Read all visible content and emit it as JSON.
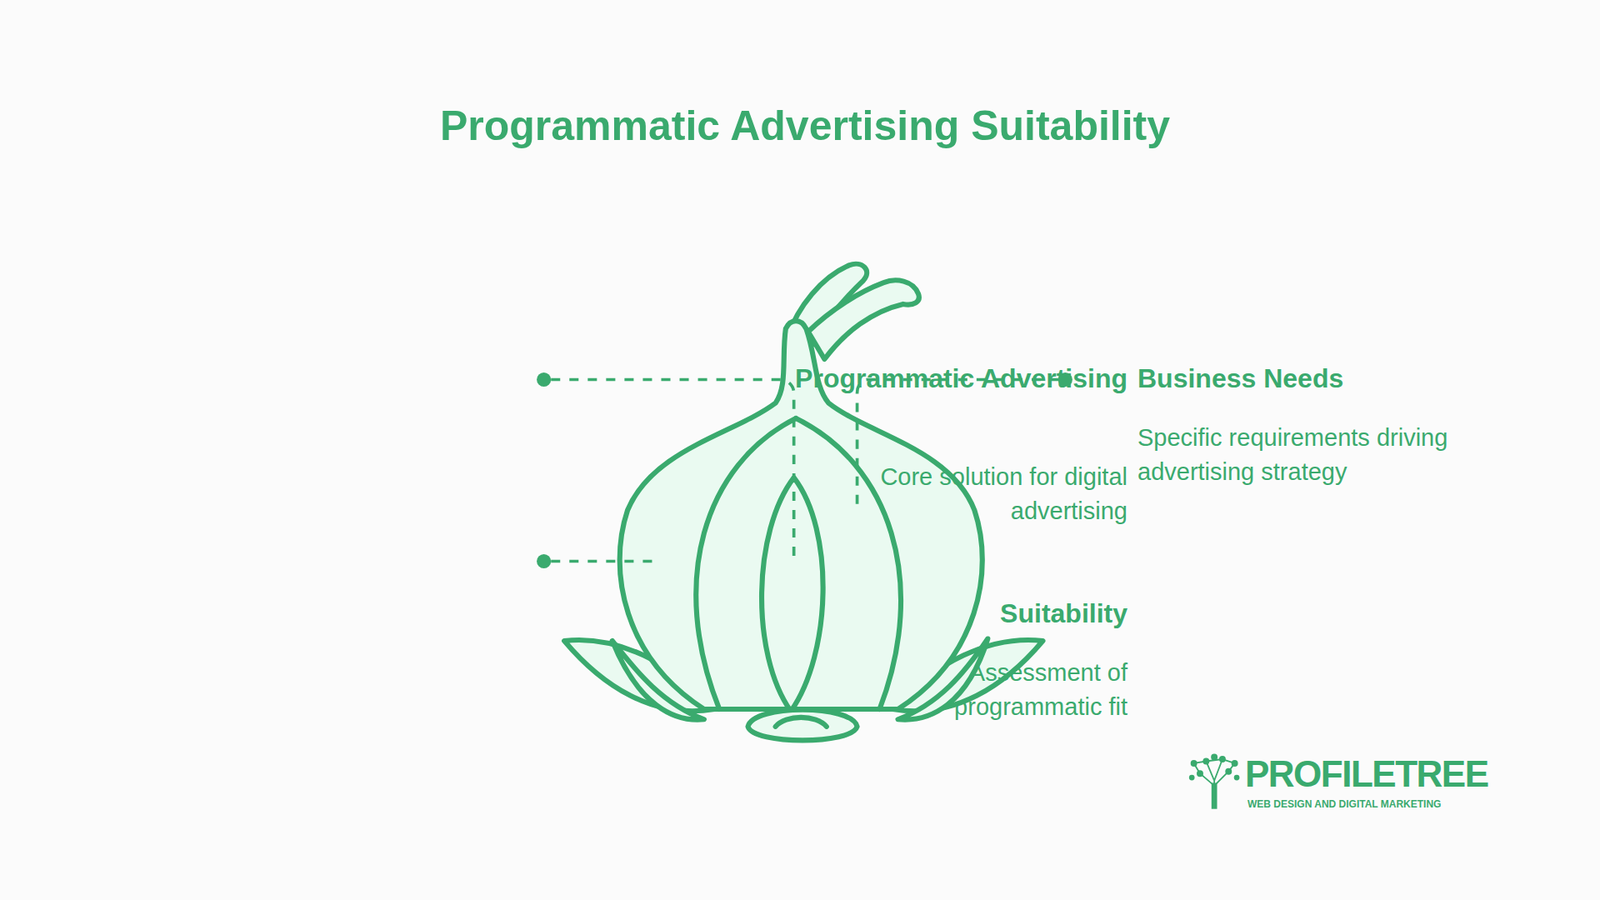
{
  "diagram": {
    "title": "Programmatic Advertising Suitability",
    "labels": [
      "Programmatic Advertising",
      "Core solution for digital advertising",
      "Business Needs",
      "Specific requirements driving advertising strategy",
      "Suitability",
      "Assessment of programmatic fit",
      "PROFILETREE",
      "WEB DESIGN AND DIGITAL MARKETING"
    ]
  }
}
